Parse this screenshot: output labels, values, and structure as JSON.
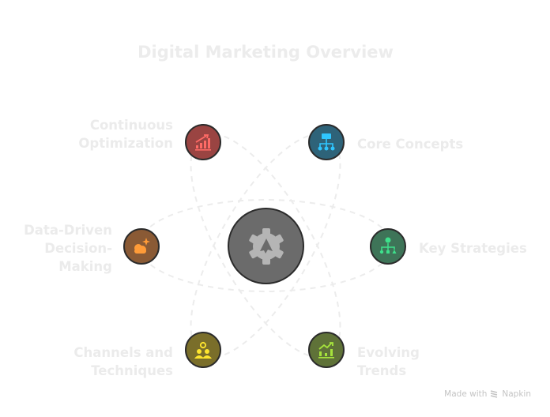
{
  "title": "Digital Marketing Overview",
  "center": {
    "icon": "gear-icon"
  },
  "nodes": [
    {
      "label_lines": [
        "Continuous",
        "Optimization"
      ],
      "icon": "growth-chart-icon",
      "color": "#9a4442",
      "icon_color": "#ff6b66"
    },
    {
      "label_lines": [
        "Core Concepts"
      ],
      "icon": "hierarchy-icon",
      "color": "#2e6379",
      "icon_color": "#2fc6ff"
    },
    {
      "label_lines": [
        "Data-Driven",
        "Decision-",
        "Making"
      ],
      "icon": "cloud-sparkle-icon",
      "color": "#8a5a35",
      "icon_color": "#ff9b38"
    },
    {
      "label_lines": [
        "Key Strategies"
      ],
      "icon": "strategy-tree-icon",
      "color": "#3e7458",
      "icon_color": "#3ee08c"
    },
    {
      "label_lines": [
        "Channels and",
        "Techniques"
      ],
      "icon": "people-exchange-icon",
      "color": "#7a6e2a",
      "icon_color": "#ffe62e"
    },
    {
      "label_lines": [
        "Evolving",
        "Trends"
      ],
      "icon": "trend-chart-icon",
      "color": "#5f7238",
      "icon_color": "#a6e33c"
    }
  ],
  "footer": {
    "made_with": "Made with",
    "brand": "Napkin"
  }
}
